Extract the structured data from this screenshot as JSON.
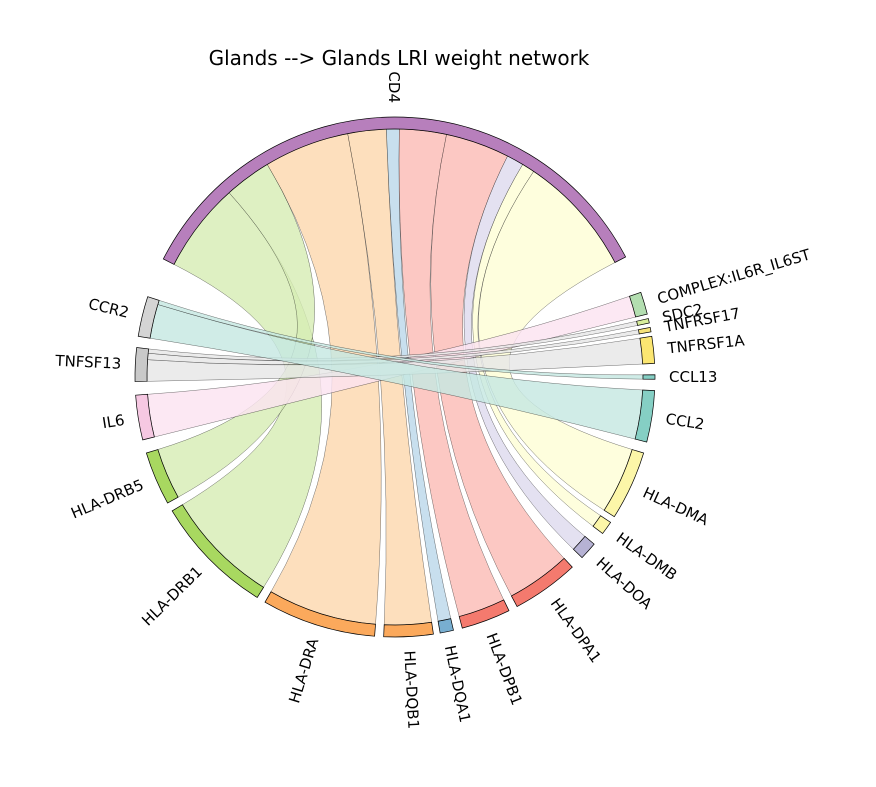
{
  "diagram": {
    "title": "Glands --> Glands LRI weight network",
    "type": "chord",
    "nodes": [
      {
        "name": "CD4",
        "color": "#b77fbc"
      },
      {
        "name": "COMPLEX:IL6R_IL6ST",
        "color": "#b3deb0"
      },
      {
        "name": "SDC2",
        "color": "#d8ee9c"
      },
      {
        "name": "TNFRSF17",
        "color": "#f6e27a"
      },
      {
        "name": "TNFRSF1A",
        "color": "#fbe671"
      },
      {
        "name": "CCL13",
        "color": "#85cfc4"
      },
      {
        "name": "CCL2",
        "color": "#85cfc4"
      },
      {
        "name": "HLA-DMA",
        "color": "#fcf6a8"
      },
      {
        "name": "HLA-DMB",
        "color": "#fcf6a8"
      },
      {
        "name": "HLA-DOA",
        "color": "#b6b2d4"
      },
      {
        "name": "HLA-DPA1",
        "color": "#f47a6e"
      },
      {
        "name": "HLA-DPB1",
        "color": "#f47a6e"
      },
      {
        "name": "HLA-DQA1",
        "color": "#78aed0"
      },
      {
        "name": "HLA-DQB1",
        "color": "#fba95c"
      },
      {
        "name": "HLA-DRA",
        "color": "#fba95c"
      },
      {
        "name": "HLA-DRB1",
        "color": "#a8d860"
      },
      {
        "name": "HLA-DRB5",
        "color": "#a8d860"
      },
      {
        "name": "IL6",
        "color": "#f6c8e2"
      },
      {
        "name": "TNFSF13",
        "color": "#c9c9c9"
      },
      {
        "name": "CCR2",
        "color": "#d4d4d4"
      }
    ],
    "links": [
      {
        "source": "HLA-DRB1",
        "target": "CD4",
        "color": "#d7edb5"
      },
      {
        "source": "HLA-DRB5",
        "target": "CD4",
        "color": "#d7edb5"
      },
      {
        "source": "HLA-DRA",
        "target": "CD4",
        "color": "#fcd8ae"
      },
      {
        "source": "HLA-DQB1",
        "target": "CD4",
        "color": "#fcd8ae"
      },
      {
        "source": "HLA-DQA1",
        "target": "CD4",
        "color": "#bcd8ea"
      },
      {
        "source": "HLA-DPB1",
        "target": "CD4",
        "color": "#fbbcb6"
      },
      {
        "source": "HLA-DPA1",
        "target": "CD4",
        "color": "#fbbcb6"
      },
      {
        "source": "HLA-DOA",
        "target": "CD4",
        "color": "#dedbee"
      },
      {
        "source": "HLA-DMB",
        "target": "CD4",
        "color": "#fefed6"
      },
      {
        "source": "HLA-DMA",
        "target": "CD4",
        "color": "#fefed6"
      },
      {
        "source": "IL6",
        "target": "COMPLEX:IL6R_IL6ST",
        "color": "#fbe3f0"
      },
      {
        "source": "TNFSF13",
        "target": "TNFRSF1A",
        "color": "#e7e7e7"
      },
      {
        "source": "TNFSF13",
        "target": "TNFRSF17",
        "color": "#e7e7e7"
      },
      {
        "source": "TNFSF13",
        "target": "SDC2",
        "color": "#e7e7e7"
      },
      {
        "source": "CCR2",
        "target": "CCL2",
        "color": "#c6e8e2"
      },
      {
        "source": "CCR2",
        "target": "CCL13",
        "color": "#c6e8e2"
      }
    ]
  }
}
